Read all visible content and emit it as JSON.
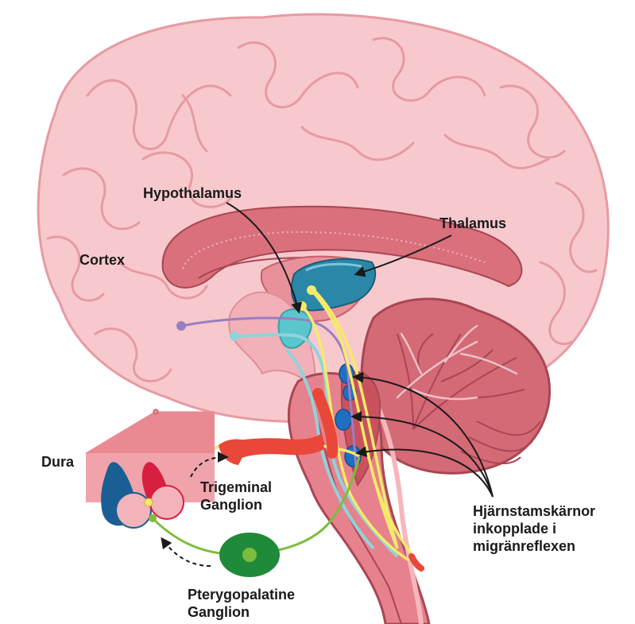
{
  "labels": {
    "hypothalamus": "Hypothalamus",
    "thalamus": "Thalamus",
    "cortex": "Cortex",
    "dura": "Dura",
    "trigeminal_1": "Trigeminal",
    "trigeminal_2": "Ganglion",
    "brainstem_1": "Hjärnstamskärnor",
    "brainstem_2": "inkopplade i",
    "brainstem_3": "migränreflexen",
    "ptery_1": "Pterygopalatine",
    "ptery_2": "Ganglion"
  },
  "colors": {
    "brain_fill": "#f7c9cd",
    "brain_stroke": "#e79aa2",
    "inner_fill": "#d9707c",
    "inner_dark": "#a94653",
    "cerebellum": "#d46a76",
    "thalamus": "#2a87a8",
    "hypothalamus": "#5cc6cf",
    "nuclei": "#1f6fc2",
    "yellow_path": "#f6ea6a",
    "purple_path": "#9a7ec2",
    "cyan_path": "#8fd3dc",
    "green_path": "#7cbd3c",
    "ganglion_green": "#1f8a3a",
    "trigeminal_red": "#e8473a",
    "artery_red": "#d91f3f",
    "vein_blue": "#1a5f93",
    "dura_pink": "#e98a93"
  }
}
